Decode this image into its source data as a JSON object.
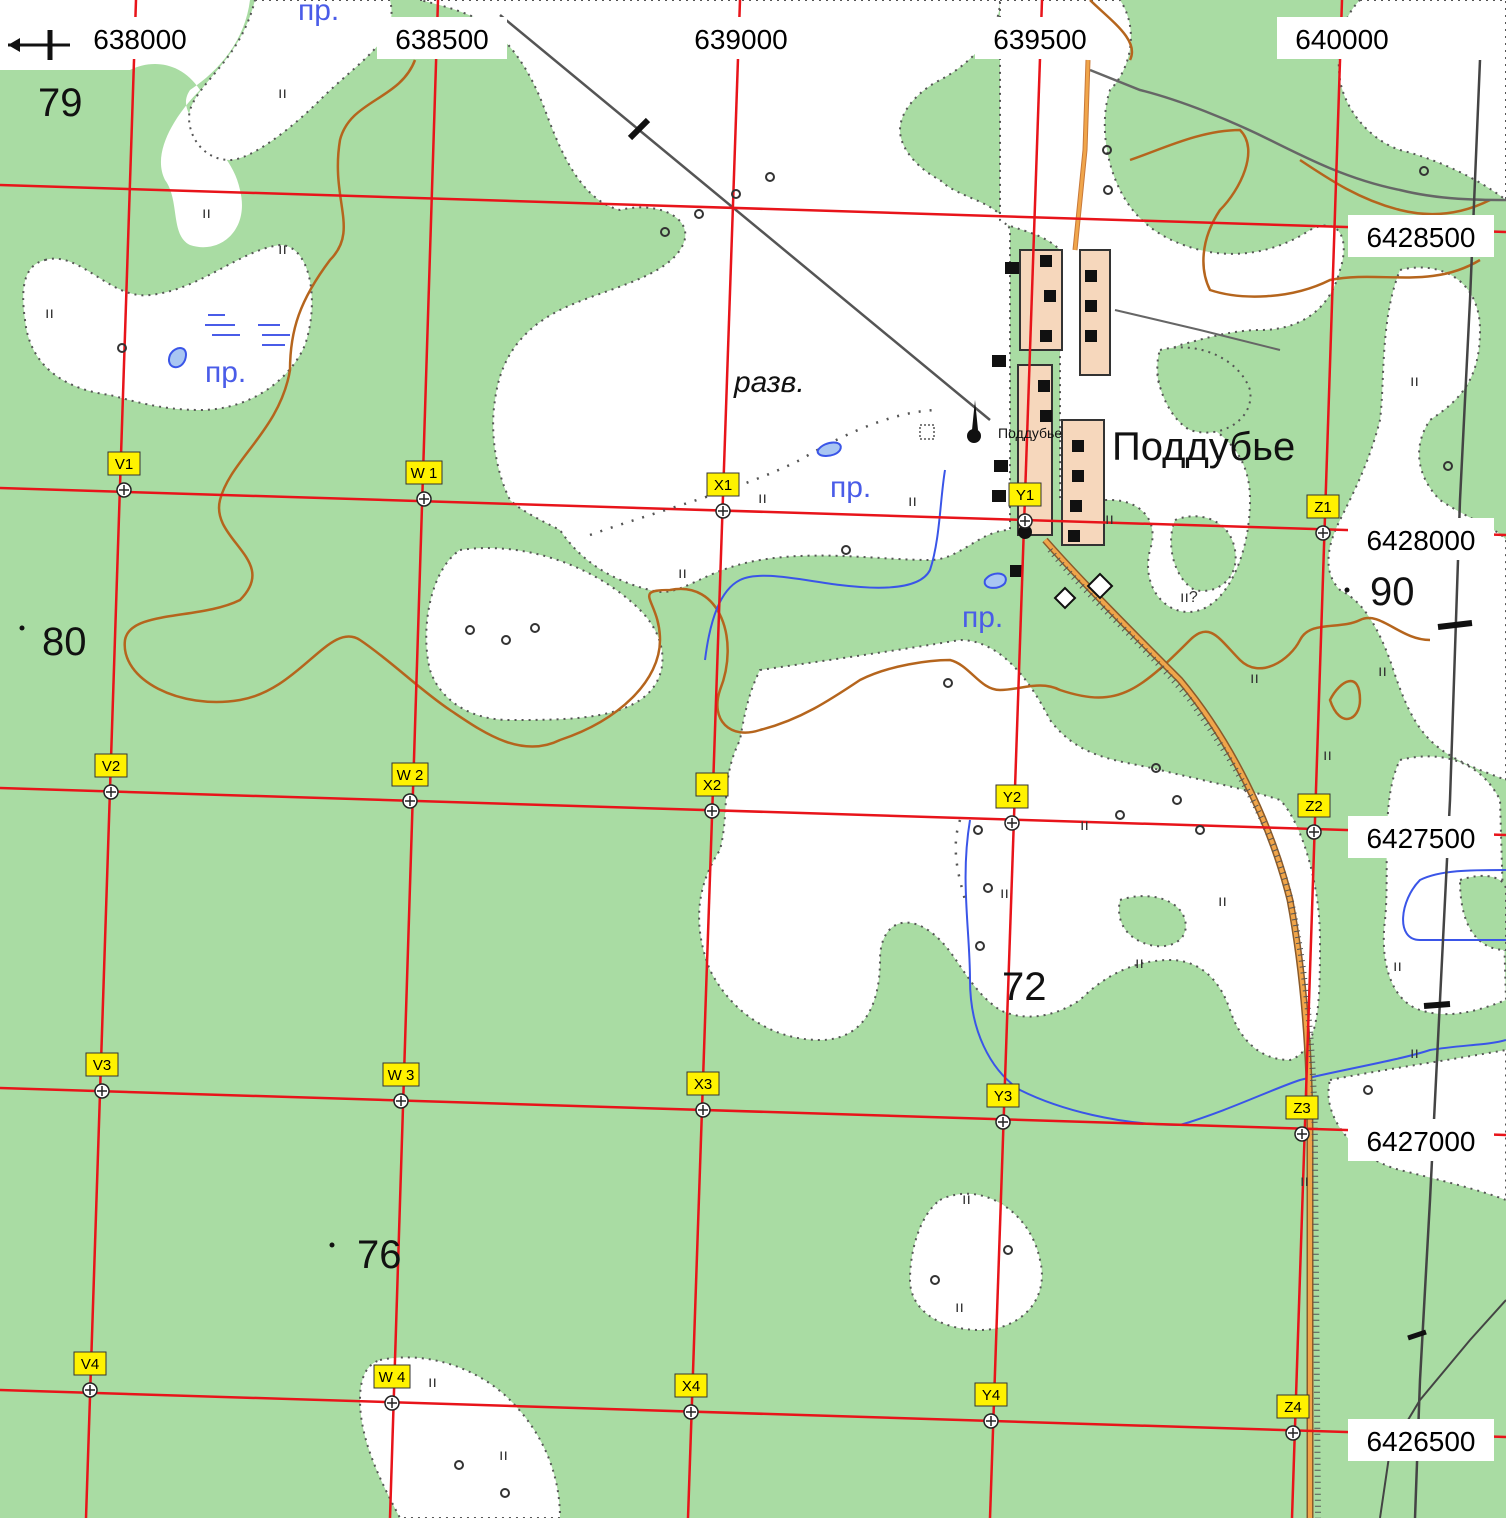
{
  "map": {
    "colors": {
      "forest": "#a9dca3",
      "open_land": "#ffffff",
      "grid_line": "#e8141a",
      "contour": "#b5651d",
      "stream": "#3a55e8",
      "road": "#e89b3c",
      "railway_line": "#555555",
      "settlement": "#f6d7bc",
      "marker_fill": "#fff200",
      "label_text": "#000000",
      "water_label": "#4a5ce8"
    },
    "easting_labels": [
      "638000",
      "638500",
      "639000",
      "639500",
      "640000"
    ],
    "northing_labels": [
      "6428500",
      "6428000",
      "6427500",
      "6427000",
      "6426500"
    ],
    "markers": [
      {
        "id": "V1",
        "label": "V1"
      },
      {
        "id": "W1",
        "label": "W 1"
      },
      {
        "id": "X1",
        "label": "X1"
      },
      {
        "id": "Y1",
        "label": "Y1"
      },
      {
        "id": "Z1",
        "label": "Z1"
      },
      {
        "id": "V2",
        "label": "V2"
      },
      {
        "id": "W2",
        "label": "W 2"
      },
      {
        "id": "X2",
        "label": "X2"
      },
      {
        "id": "Y2",
        "label": "Y2"
      },
      {
        "id": "Z2",
        "label": "Z2"
      },
      {
        "id": "V3",
        "label": "V3"
      },
      {
        "id": "W3",
        "label": "W 3"
      },
      {
        "id": "X3",
        "label": "X3"
      },
      {
        "id": "Y3",
        "label": "Y3"
      },
      {
        "id": "Z3",
        "label": "Z3"
      },
      {
        "id": "V4",
        "label": "V4"
      },
      {
        "id": "W4",
        "label": "W 4"
      },
      {
        "id": "X4",
        "label": "X4"
      },
      {
        "id": "Y4",
        "label": "Y4"
      },
      {
        "id": "Z4",
        "label": "Z4"
      }
    ],
    "settlement": {
      "name": "Поддубье",
      "small_name": "Поддубье"
    },
    "place_labels": {
      "razv": "разв.",
      "pr": "пр."
    },
    "elevations": [
      "79",
      "80",
      "90",
      "72",
      "76"
    ]
  }
}
